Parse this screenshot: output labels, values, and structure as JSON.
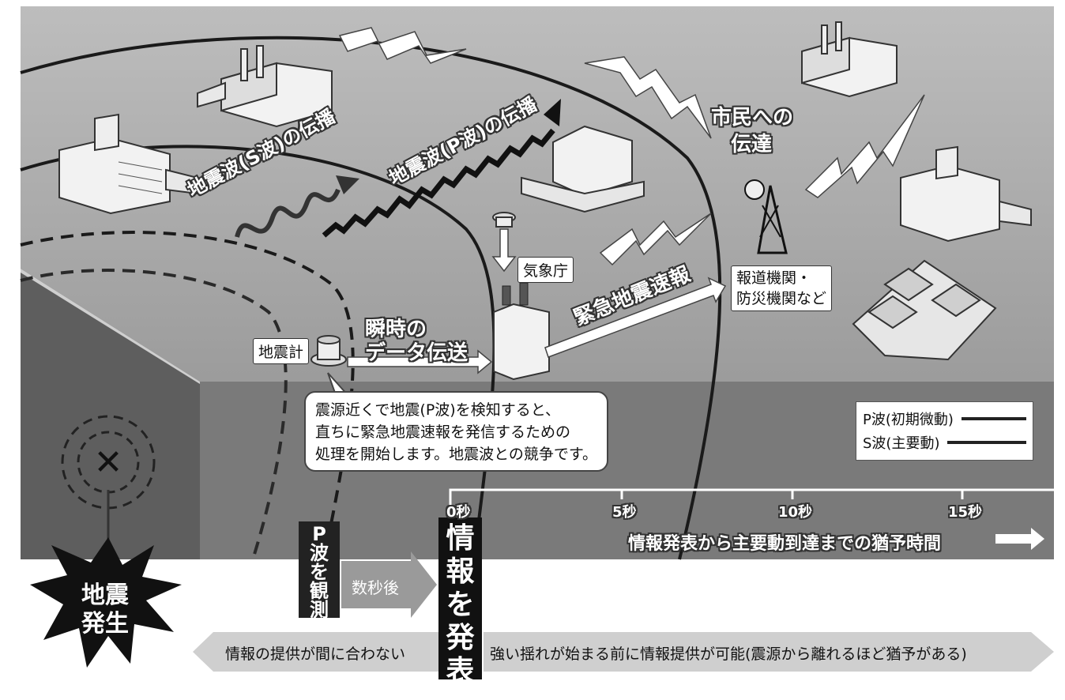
{
  "labels": {
    "s_wave_propagation": "地震波(S波)の伝播",
    "p_wave_propagation": "地震波(P波)の伝播",
    "citizens": "市民への\n伝達",
    "jma": "気象庁",
    "seismometer": "地震計",
    "instant_data_line1": "瞬時の",
    "instant_data_line2": "データ伝送",
    "eew": "緊急地震速報",
    "media_line1": "報道機関・",
    "media_line2": "防災機関など",
    "earthquake_line1": "地震",
    "earthquake_line2": "発生",
    "p_wave_observed": "P波を観測",
    "few_seconds_later": "数秒後",
    "announce": "情報を発表",
    "grace_time": "情報発表から主要動到達までの猶予時間",
    "too_late": "情報の提供が間に合わない",
    "possible": "強い揺れが始まる前に情報提供が可能(震源から離れるほど猶予がある)"
  },
  "callout": [
    "震源近くで地震(P波)を検知すると、",
    "直ちに緊急地震速報を発信するための",
    "処理を開始します。地震波との競争です。"
  ],
  "legend": {
    "p_wave": "P波(初期微動)",
    "s_wave": "S波(主要動)"
  },
  "timeline": {
    "ticks": [
      "0秒",
      "5秒",
      "10秒",
      "15秒"
    ]
  },
  "colors": {
    "sky": "#8a8a8a",
    "ground": "#6a6a6a",
    "dark": "#1a1a1a",
    "arrow": "#d8d8d8"
  },
  "icons": [
    "factory-icon",
    "office-building-icon",
    "antenna-tower-icon",
    "seismometer-icon",
    "houses-icon",
    "lightning-icon",
    "epicenter-icon"
  ]
}
